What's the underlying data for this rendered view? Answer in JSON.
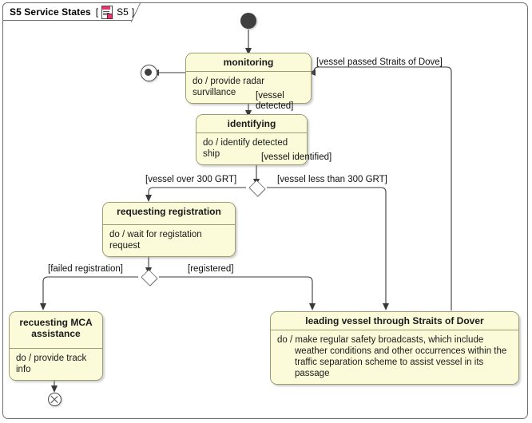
{
  "diagram": {
    "frame_title": "S5 Service States",
    "frame_tag_open": "[",
    "frame_tag_close": "]",
    "frame_tag_label": "S5",
    "frame_icon": "uml-state-machine-document-icon",
    "colors": {
      "state_fill": "#fbfbd9",
      "state_border": "#9d9d72",
      "frame_border": "#6d6d6d",
      "edge": "#3a3a3a",
      "node_fill": "#3f3f3f",
      "icon_accent": "#e8376f",
      "background": "#ffffff"
    },
    "type": "uml-state-machine-diagram"
  },
  "nodes": {
    "initial": {
      "name": "initial-pseudostate",
      "label": ""
    },
    "final": {
      "name": "final-state",
      "label": ""
    },
    "flow_final": {
      "name": "terminate-node",
      "label": ""
    },
    "decision1": {
      "name": "decision-vessel-tonnage",
      "label": ""
    },
    "decision2": {
      "name": "decision-registration-result",
      "label": ""
    }
  },
  "states": {
    "monitoring": {
      "name": "monitoring",
      "activity": "do / provide radar survillance"
    },
    "identifying": {
      "name": "identifying",
      "activity": "do / identify detected ship"
    },
    "requesting_registration": {
      "name": "requesting registration",
      "activity": "do / wait for registation request"
    },
    "requesting_mca": {
      "name_line1": "recuesting MCA",
      "name_line2": "assistance",
      "activity": "do / provide track info"
    },
    "leading_vessel": {
      "name": "leading vessel through Straits of Dover",
      "activity": "do / make regular safety broadcasts, which include weather conditions and other occurrences within the traffic separation scheme to assist vessel in its passage"
    }
  },
  "guards": {
    "vessel_passed": "[vessel passed Straits of Dove]",
    "vessel_detected_line1": "[vessel",
    "vessel_detected_line2": "detected]",
    "vessel_identified": "[vessel identified]",
    "vessel_over_300": "[vessel over 300 GRT]",
    "vessel_less_300": "[vessel less than 300 GRT]",
    "failed_registration": "[failed registration]",
    "registered": "[registered]"
  }
}
